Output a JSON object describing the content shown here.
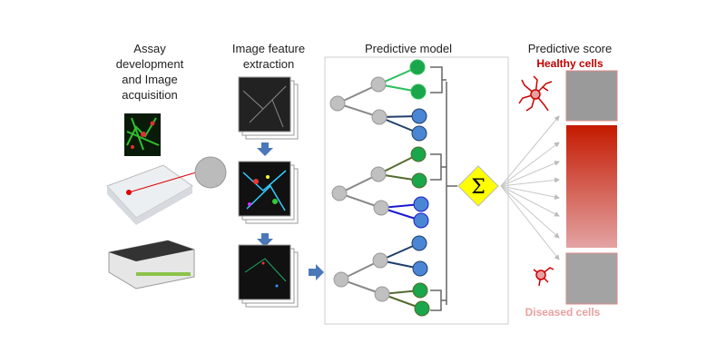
{
  "columns": {
    "assay": [
      "Assay",
      "development",
      "and Image",
      "acquisition"
    ],
    "feature": [
      "Image feature",
      "extraction"
    ],
    "model": "Predictive model",
    "score": "Predictive score"
  },
  "labels": {
    "healthy": "Healthy cells",
    "diseased": "Diseased cells",
    "sum_symbol": "Σ"
  },
  "colors": {
    "healthy": "#c00000",
    "diseased": "#e8a0a0",
    "leaf_green": "#1aa64a",
    "leaf_blue": "#4a86d4",
    "node_grey": "#c0c0c0",
    "sum_yellow": "#ffff00",
    "arrow_blue": "#4a78b8"
  }
}
